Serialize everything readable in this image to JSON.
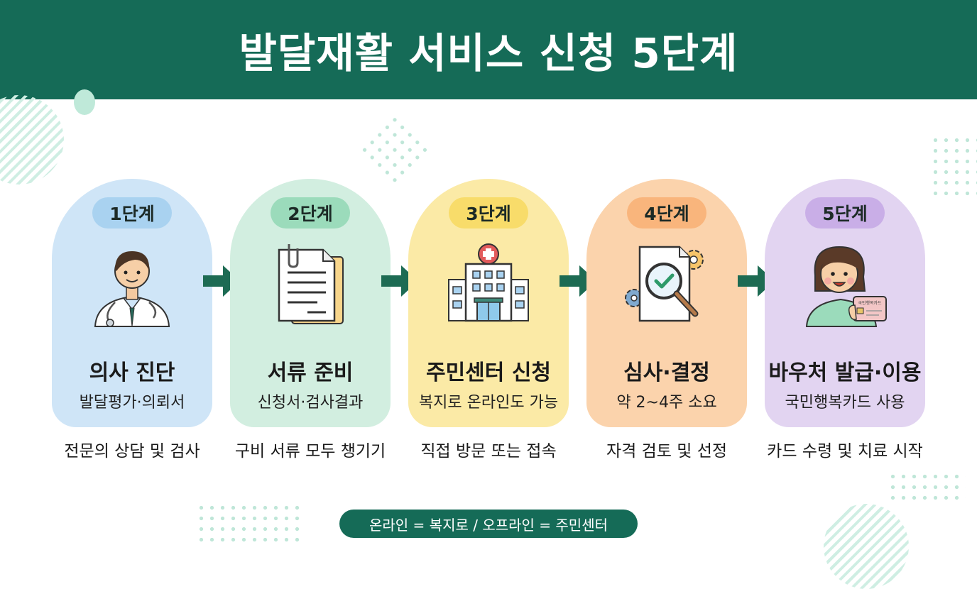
{
  "title": "발달재활 서비스 신청 5단계",
  "steps": [
    {
      "step": "1단계",
      "title": "의사 진단",
      "subtitle": "발달평가·의뢰서",
      "desc": "전문의 상담 및 검사",
      "icon": "doctor-icon",
      "card_color": "#cfe5f7",
      "pill_color": "#a9d2f0"
    },
    {
      "step": "2단계",
      "title": "서류 준비",
      "subtitle": "신청서·검사결과",
      "desc": "구비 서류 모두 챙기기",
      "icon": "documents-icon",
      "card_color": "#d2eee0",
      "pill_color": "#9bdbbb"
    },
    {
      "step": "3단계",
      "title": "주민센터 신청",
      "subtitle": "복지로 온라인도 가능",
      "desc": "직접 방문 또는 접속",
      "icon": "building-icon",
      "card_color": "#fbeaa6",
      "pill_color": "#f8dc6a"
    },
    {
      "step": "4단계",
      "title": "심사·결정",
      "subtitle": "약 2~4주 소요",
      "desc": "자격 검토 및 선정",
      "icon": "review-magnifier-icon",
      "card_color": "#fbd3ac",
      "pill_color": "#f9b57c"
    },
    {
      "step": "5단계",
      "title": "바우처 발급·이용",
      "subtitle": "국민행복카드 사용",
      "desc": "카드 수령 및 치료 시작",
      "icon": "card-holder-icon",
      "card_color": "#e2d4f1",
      "pill_color": "#c9aee7"
    }
  ],
  "card_text": "국민행복카드",
  "footer": "온라인 = 복지로 / 오프라인 = 주민센터",
  "colors": {
    "header": "#156b57",
    "arrow": "#1d6b53",
    "footer": "#156b57"
  }
}
